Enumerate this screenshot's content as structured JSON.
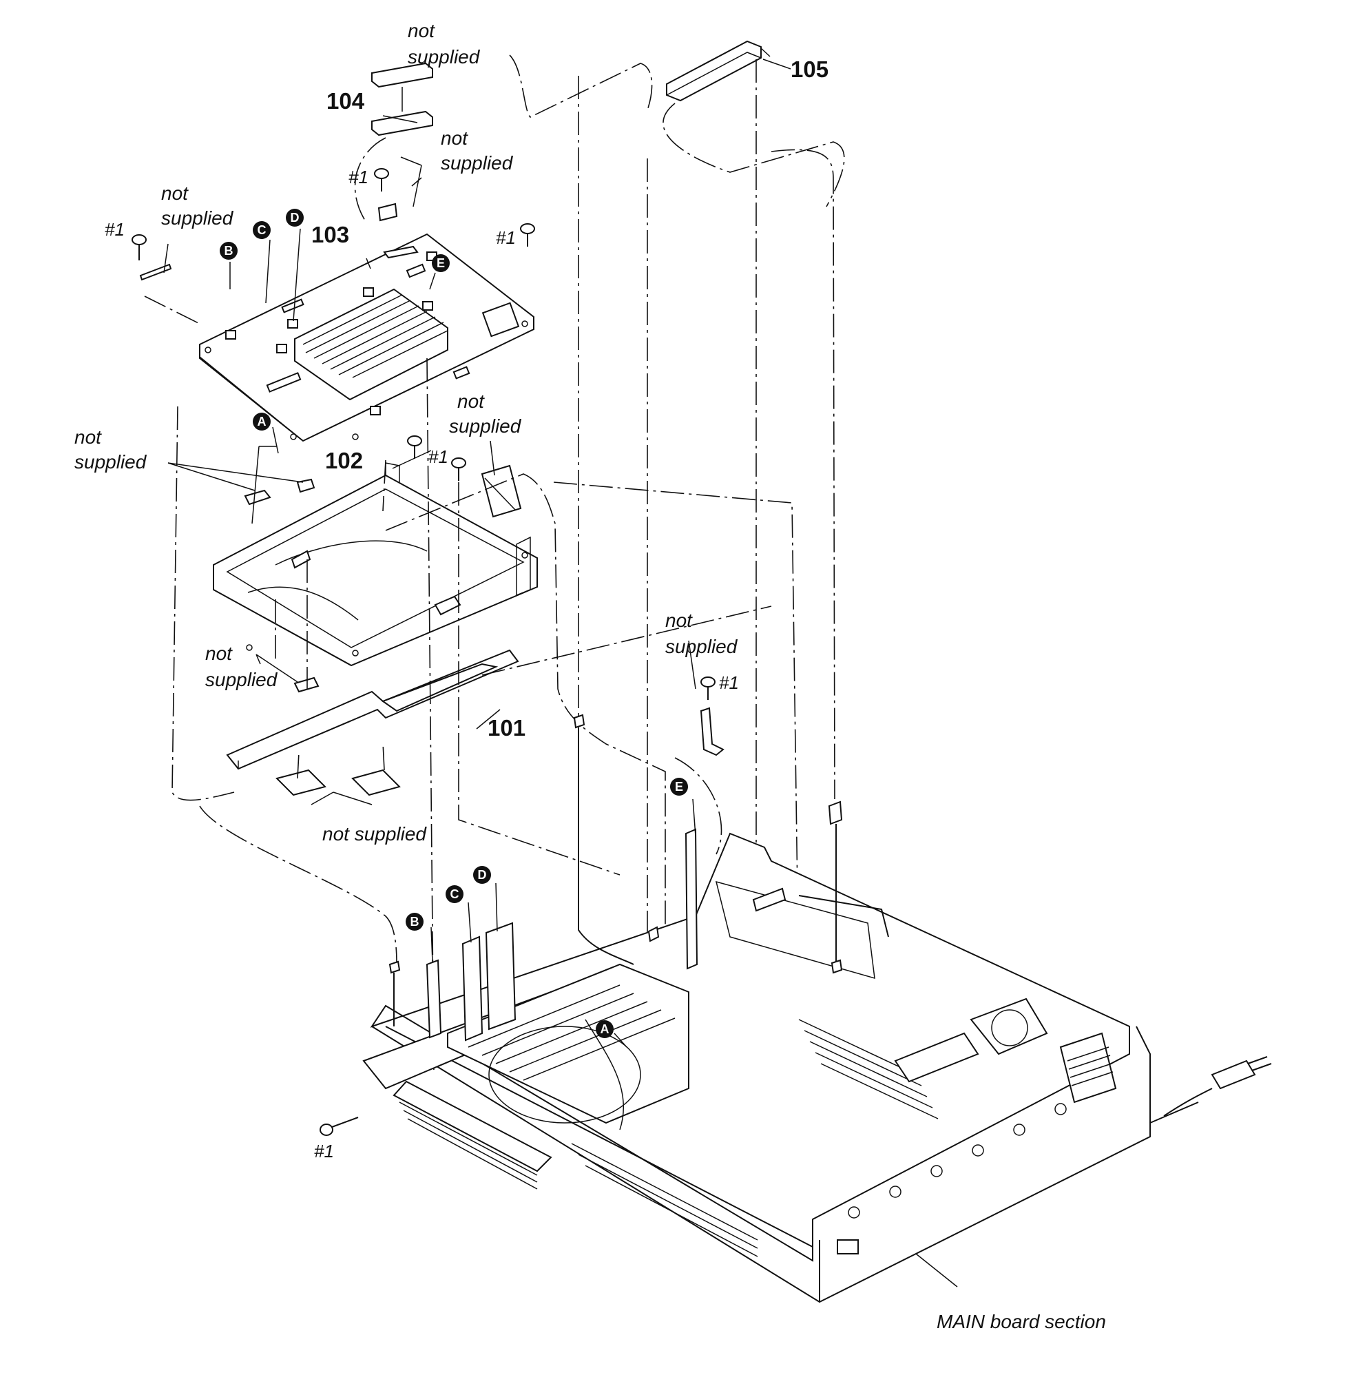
{
  "part_numbers": {
    "p101": "101",
    "p102": "102",
    "p103": "103",
    "p104": "104",
    "p105": "105"
  },
  "not_supplied": {
    "line1": "not",
    "line2": "supplied",
    "single_line": "not supplied"
  },
  "screw_label": "#1",
  "connector_refs": {
    "a": "A",
    "b": "B",
    "c": "C",
    "d": "D",
    "e": "E"
  },
  "section_caption": "MAIN board section"
}
